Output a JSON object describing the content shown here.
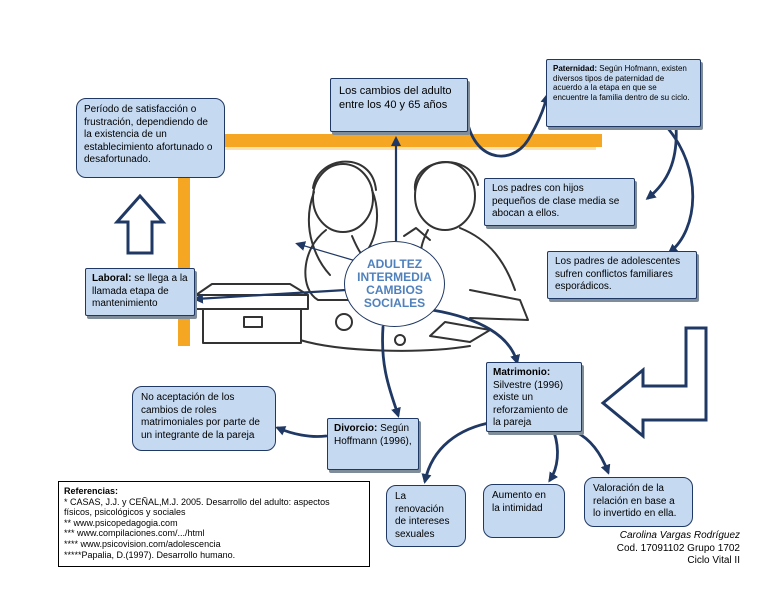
{
  "colors": {
    "box_fill": "#c5d9f1",
    "box_border": "#1f3864",
    "arrow": "#1f3864",
    "frame": "#f5a623",
    "center_text": "#4f81bd"
  },
  "illustration": {
    "name": "children-playing-illustration"
  },
  "center": {
    "lines": [
      "ADULTEZ",
      "INTERMEDIA",
      "CAMBIOS",
      "SOCIALES"
    ]
  },
  "boxes": {
    "periodo": {
      "text": "Período de satisfacción o frustración, dependiendo de la existencia de un establecimiento afortunado o desafortunado."
    },
    "cambios": {
      "text": "Los cambios del adulto entre los 40 y 65 años"
    },
    "paternidad": {
      "label": "Paternidad:",
      "text": " Según Hofmann, existen diversos tipos de paternidad de acuerdo a la etapa en que se encuentre la familia dentro de su ciclo."
    },
    "padres_hijos": {
      "text": "Los padres con hijos pequeños de clase media se abocan a ellos."
    },
    "padres_adolescentes": {
      "text": "Los padres de adolescentes sufren conflictos familiares esporádicos."
    },
    "laboral": {
      "label": "Laboral:",
      "text": " se llega a la llamada etapa de mantenimiento"
    },
    "matrimonio": {
      "label": "Matrimonio:",
      "text": "Silvestre (1996) existe un reforzamiento de la pareja"
    },
    "divorcio": {
      "label": "Divorcio:",
      "text": " Según Hoffmann (1996),"
    },
    "no_aceptacion": {
      "text": "No aceptación de los cambios de roles matrimoniales por parte de un integrante de la pareja"
    },
    "renovacion": {
      "text": "La renovación de intereses sexuales"
    },
    "aumento": {
      "text": "Aumento en la intimidad"
    },
    "valoracion": {
      "text": "Valoración de la relación en base a lo invertido en ella."
    }
  },
  "references": {
    "title": "Referencias:",
    "lines": [
      "* CASAS, J.J. y CEÑAL,M.J. 2005. Desarrollo del adulto: aspectos",
      "físicos, psicológicos y sociales",
      "** www.psicopedagogia.com",
      "*** www.compilaciones.com/.../html",
      "**** www.psicovision.com/adolescencia",
      "*****Papalia, D.(1997). Desarrollo humano."
    ]
  },
  "author": {
    "name": "Carolina Vargas Rodríguez",
    "code": "Cod. 17091102 Grupo 1702",
    "course": "Ciclo Vital II"
  }
}
